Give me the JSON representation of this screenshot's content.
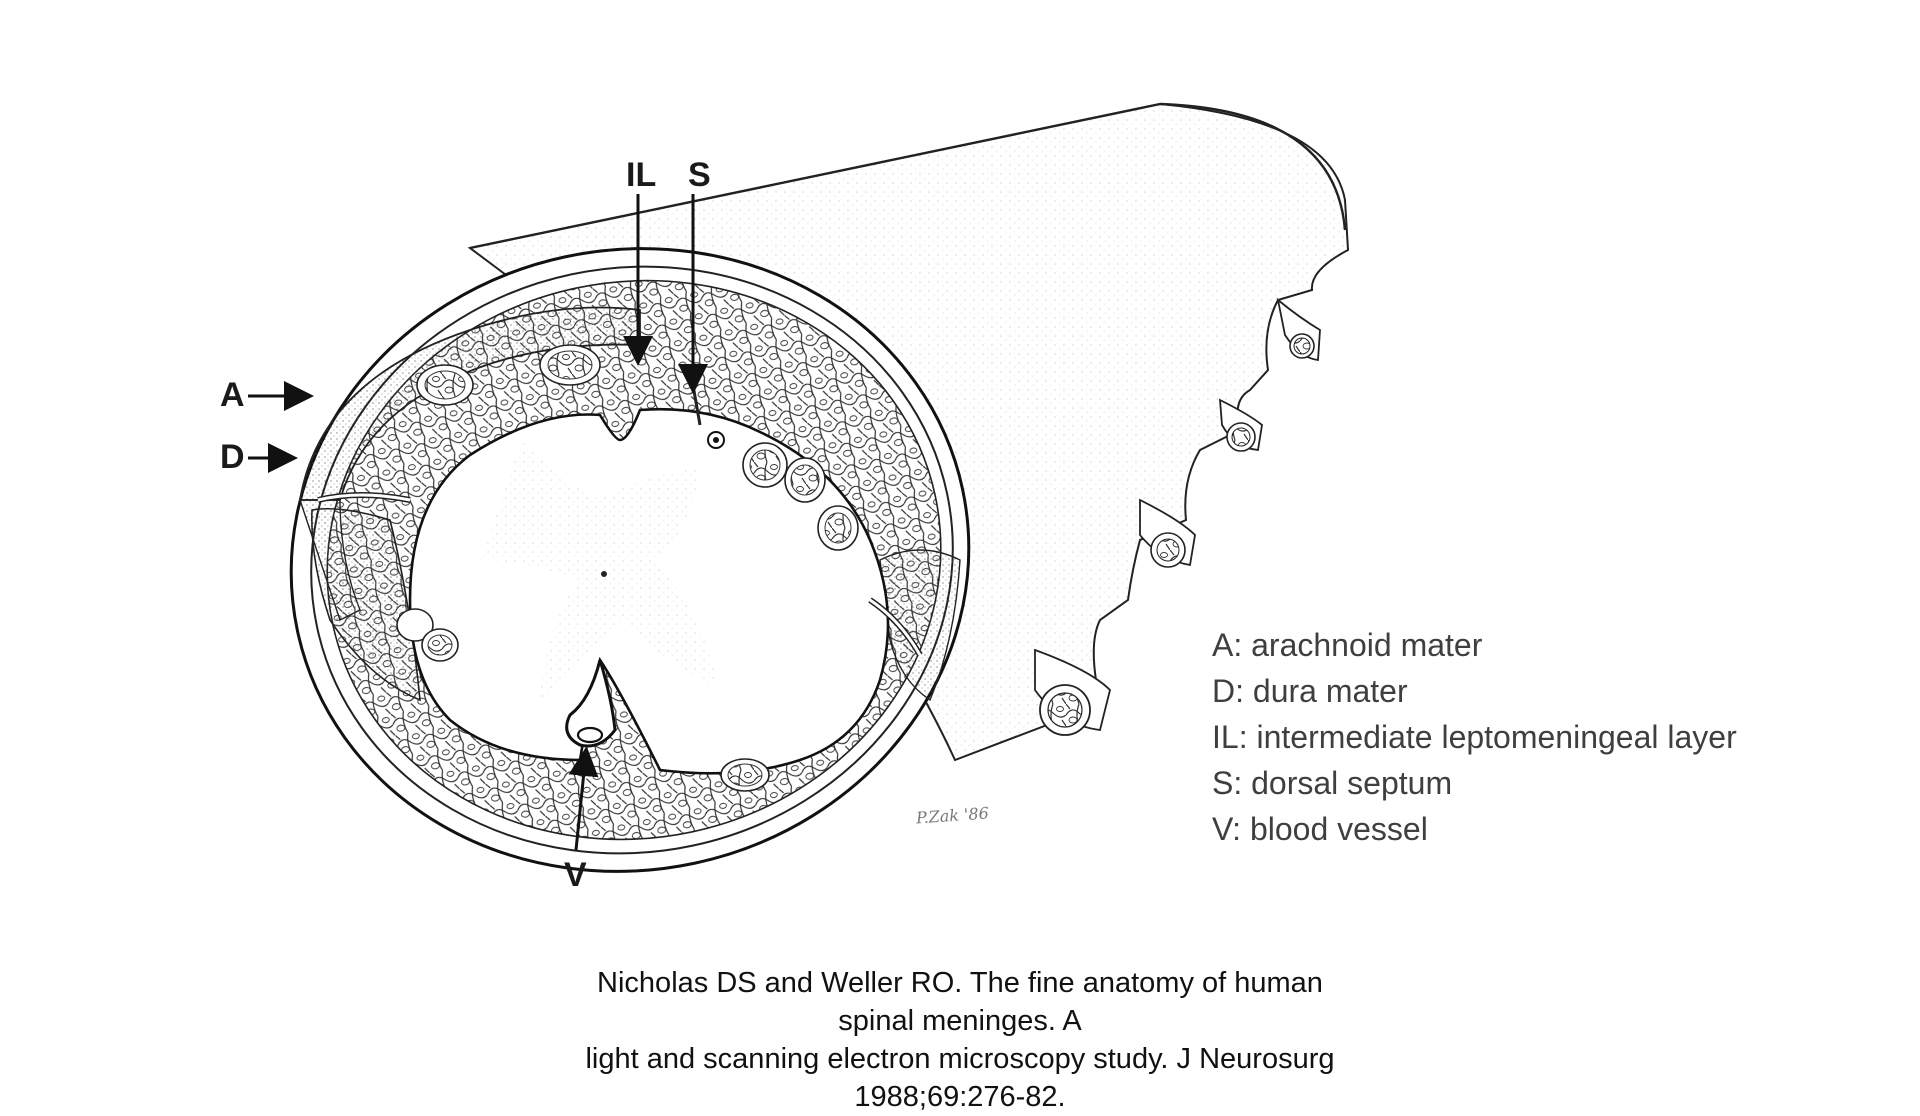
{
  "figure": {
    "callouts": {
      "IL": "IL",
      "S": "S",
      "A": "A",
      "D": "D",
      "V": "V"
    },
    "artist_signature": "P.Zak '86"
  },
  "legend": {
    "items": [
      "A: arachnoid mater",
      "D: dura mater",
      "IL: intermediate leptomeningeal layer",
      "S: dorsal septum",
      "V: blood vessel"
    ]
  },
  "citation": {
    "line1": "Nicholas DS and Weller RO. The fine anatomy of human spinal meninges. A",
    "line2": "light and scanning electron microscopy study. J Neurosurg 1988;69:276-82."
  }
}
